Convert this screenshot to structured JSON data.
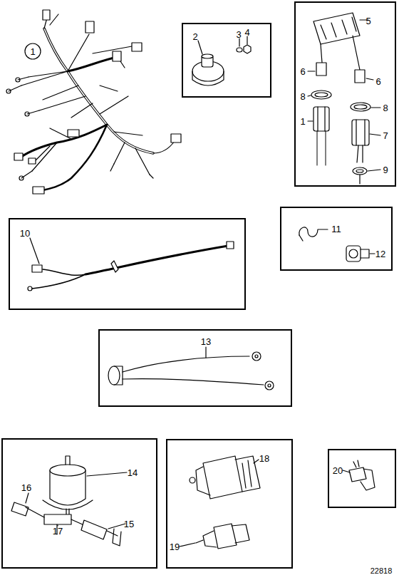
{
  "diagram": {
    "nodes": [
      {
        "text": [
          "2",
          "3",
          "4"
        ]
      },
      {
        "text": [
          "5",
          "6",
          "6",
          "8",
          "1",
          "8",
          "7",
          "9"
        ]
      },
      {
        "text": [
          "10"
        ]
      },
      {
        "text": [
          "11",
          "12"
        ]
      },
      {
        "text": [
          "13"
        ]
      },
      {
        "text": [
          "14",
          "15",
          "16",
          "17"
        ]
      },
      {
        "text": [
          "18",
          "19"
        ]
      },
      {
        "text": [
          "20"
        ]
      }
    ],
    "labels": [
      "1",
      "22818"
    ]
  }
}
